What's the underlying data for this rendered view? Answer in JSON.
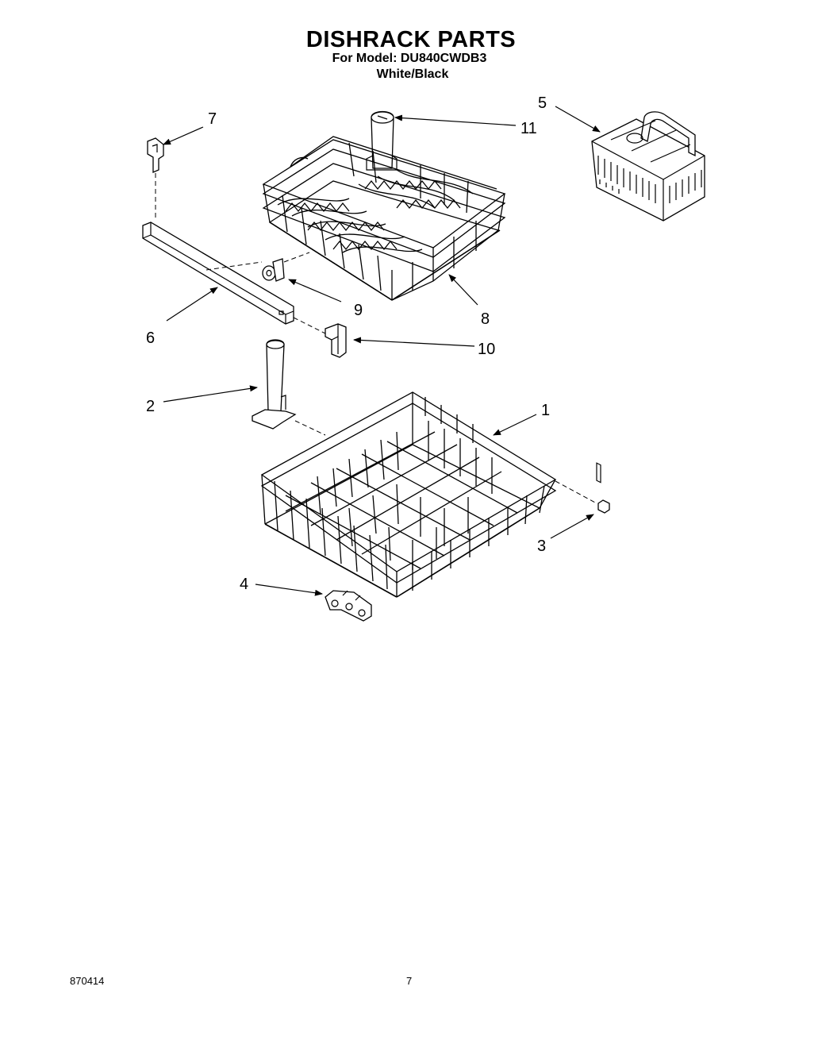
{
  "header": {
    "title": "DISHRACK PARTS",
    "model": "For Model: DU840CWDB3",
    "finish": "White/Black"
  },
  "callouts": [
    "1",
    "2",
    "3",
    "4",
    "5",
    "6",
    "7",
    "8",
    "9",
    "10",
    "11"
  ],
  "parts": {
    "lower_rack": "lower-dishrack",
    "stem_lower": "spray-stem",
    "rack_stop": "rack-stop",
    "wheel_assembly": "wheel-assembly",
    "basket": "silverware-basket",
    "track": "rack-track",
    "end_cap": "track-end-cap",
    "upper_rack": "upper-dishrack",
    "roller": "rack-roller",
    "stop_clip": "track-stop-clip",
    "upper_stem": "upper-spray-stem"
  },
  "footer": {
    "doc_id": "870414",
    "page": "7"
  }
}
